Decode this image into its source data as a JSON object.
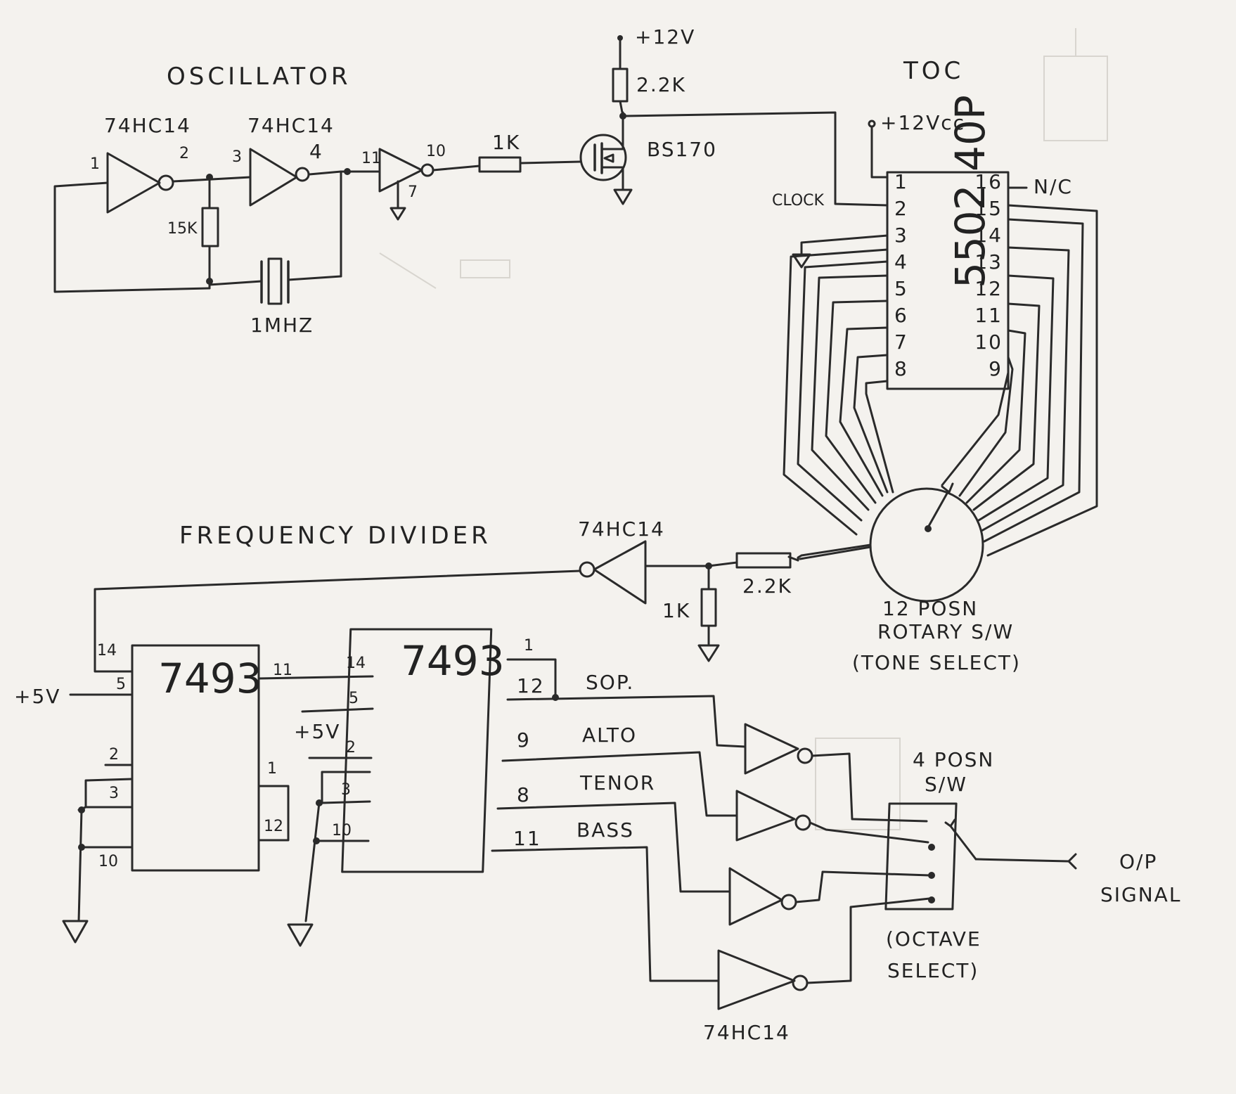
{
  "sections": {
    "oscillator": "OSCILLATOR",
    "toc": "TOC",
    "freq_divider": "FREQUENCY DIVIDER"
  },
  "oscillator": {
    "inv1_part": "74HC14",
    "inv2_part": "74HC14",
    "inv1_pin_in": "1",
    "inv1_pin_out": "2",
    "inv2_pin_in": "3",
    "inv2_pin_out": "4",
    "inv3_pin_in": "11",
    "inv3_pin_out": "10",
    "inv3_pin_gnd": "7",
    "r_feedback": "15K",
    "crystal": "1MHZ",
    "r_gate": "1K",
    "fet": "BS170",
    "r_pullup": "2.2K",
    "supply": "+12V"
  },
  "toc": {
    "chip": "5502 40P",
    "supply": "+12Vcc",
    "clock": "CLOCK",
    "nc": "N/C",
    "pins_left": [
      "1",
      "2",
      "3",
      "4",
      "5",
      "6",
      "7",
      "8"
    ],
    "pins_right": [
      "16",
      "15",
      "14",
      "13",
      "12",
      "11",
      "10",
      "9"
    ]
  },
  "rotary": {
    "line1": "12 POSN",
    "line2": "ROTARY S/W",
    "line3": "(TONE SELECT)"
  },
  "divider": {
    "inv_part": "74HC14",
    "r_series": "2.2K",
    "r_shunt": "1K",
    "chip1": "7493",
    "chip2": "7493",
    "supply1": "+5V",
    "supply2": "+5V",
    "chip1_pins": {
      "p14": "14",
      "p5": "5",
      "p2": "2",
      "p3": "3",
      "p10": "10",
      "p11": "11",
      "p1": "1",
      "p12": "12"
    },
    "chip2_pins": {
      "p14": "14",
      "p5": "5",
      "p2": "2",
      "p3": "3",
      "p10": "10",
      "p1": "1",
      "p12": "12",
      "p9": "9",
      "p8": "8",
      "p11": "11"
    },
    "outputs": [
      "SOP.",
      "ALTO",
      "TENOR",
      "BASS"
    ],
    "out_inv_part": "74HC14"
  },
  "octave_switch": {
    "line1": "4 POSN",
    "line2": "S/W",
    "sel1": "(OCTAVE",
    "sel2": "SELECT)",
    "out1": "O/P",
    "out2": "SIGNAL"
  }
}
